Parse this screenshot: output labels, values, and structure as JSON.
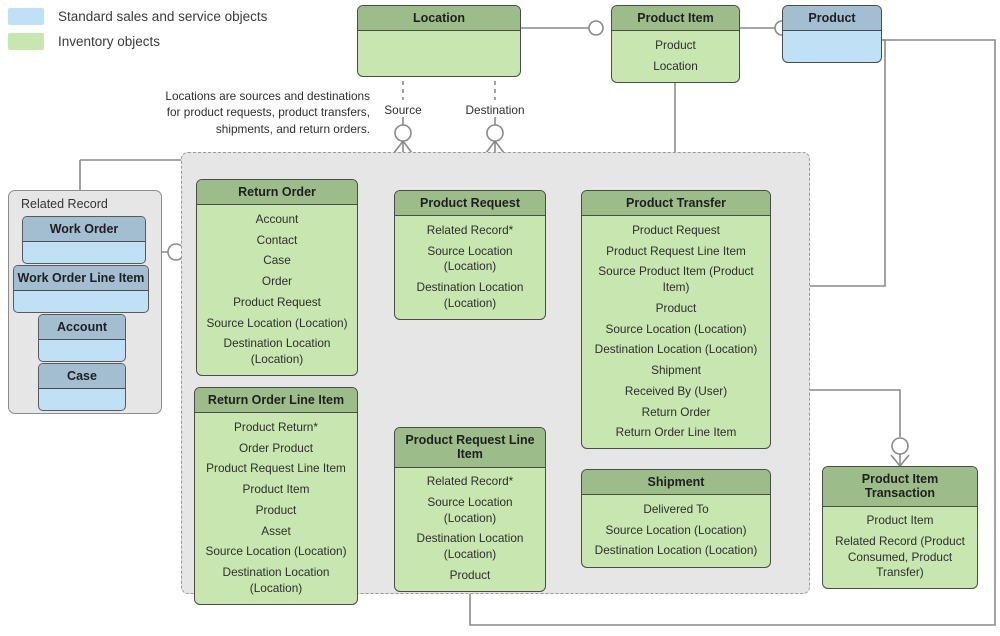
{
  "legend": {
    "items": [
      {
        "label": "Standard sales and service objects",
        "color": "#bfe0f5",
        "icon": "swatch-icon"
      },
      {
        "label": "Inventory objects",
        "color": "#c8e6b0",
        "icon": "swatch-icon"
      }
    ]
  },
  "annotation": {
    "text": "Locations are sources and destinations for product requests, product transfers, shipments, and return orders."
  },
  "edge_labels": {
    "source": "Source",
    "destination": "Destination"
  },
  "panels": {
    "related_record": {
      "title": "Related Record"
    }
  },
  "entities": {
    "location": {
      "title": "Location",
      "fields": [],
      "color": "green"
    },
    "product_item": {
      "title": "Product Item",
      "fields": [
        "Product",
        "Location"
      ],
      "color": "green"
    },
    "product": {
      "title": "Product",
      "fields": [],
      "color": "blue"
    },
    "work_order": {
      "title": "Work Order",
      "fields": [],
      "color": "blue"
    },
    "work_order_line_item": {
      "title": "Work Order Line Item",
      "fields": [],
      "color": "blue"
    },
    "account": {
      "title": "Account",
      "fields": [],
      "color": "blue"
    },
    "case": {
      "title": "Case",
      "fields": [],
      "color": "blue"
    },
    "return_order": {
      "title": "Return Order",
      "fields": [
        "Account",
        "Contact",
        "Case",
        "Order",
        "Product Request",
        "Source Location (Location)",
        "Destination Location (Location)"
      ],
      "color": "green"
    },
    "product_request": {
      "title": "Product Request",
      "fields": [
        "Related Record*",
        "Source Location (Location)",
        "Destination Location (Location)"
      ],
      "color": "green"
    },
    "product_transfer": {
      "title": "Product Transfer",
      "fields": [
        "Product Request",
        "Product Request Line Item",
        "Source Product Item (Product Item)",
        "Product",
        "Source Location (Location)",
        "Destination Location (Location)",
        "Shipment",
        "Received By (User)",
        "Return Order",
        "Return Order Line Item"
      ],
      "color": "green"
    },
    "return_order_line_item": {
      "title": "Return Order Line Item",
      "fields": [
        "Product Return*",
        "Order Product",
        "Product Request Line Item",
        "Product Item",
        "Product",
        "Asset",
        "Source Location (Location)",
        "Destination Location (Location)"
      ],
      "color": "green"
    },
    "product_request_line_item": {
      "title": "Product Request Line Item",
      "fields": [
        "Related Record*",
        "Source Location (Location)",
        "Destination Location (Location)",
        "Product"
      ],
      "color": "green"
    },
    "shipment": {
      "title": "Shipment",
      "fields": [
        "Delivered To",
        "Source Location (Location)",
        "Destination Location (Location)"
      ],
      "color": "green"
    },
    "product_item_transaction": {
      "title": "Product Item Transaction",
      "fields": [
        "Product Item",
        "Related Record (Product Consumed, Product Transfer)"
      ],
      "color": "green"
    }
  },
  "theme": {
    "green_header": "#9cbd8a",
    "green_body": "#c8e6b0",
    "blue_header": "#a3bdd1",
    "blue_body": "#bfe0f5",
    "group_fill": "#e6e6e6",
    "line": "#8a8a8a"
  }
}
